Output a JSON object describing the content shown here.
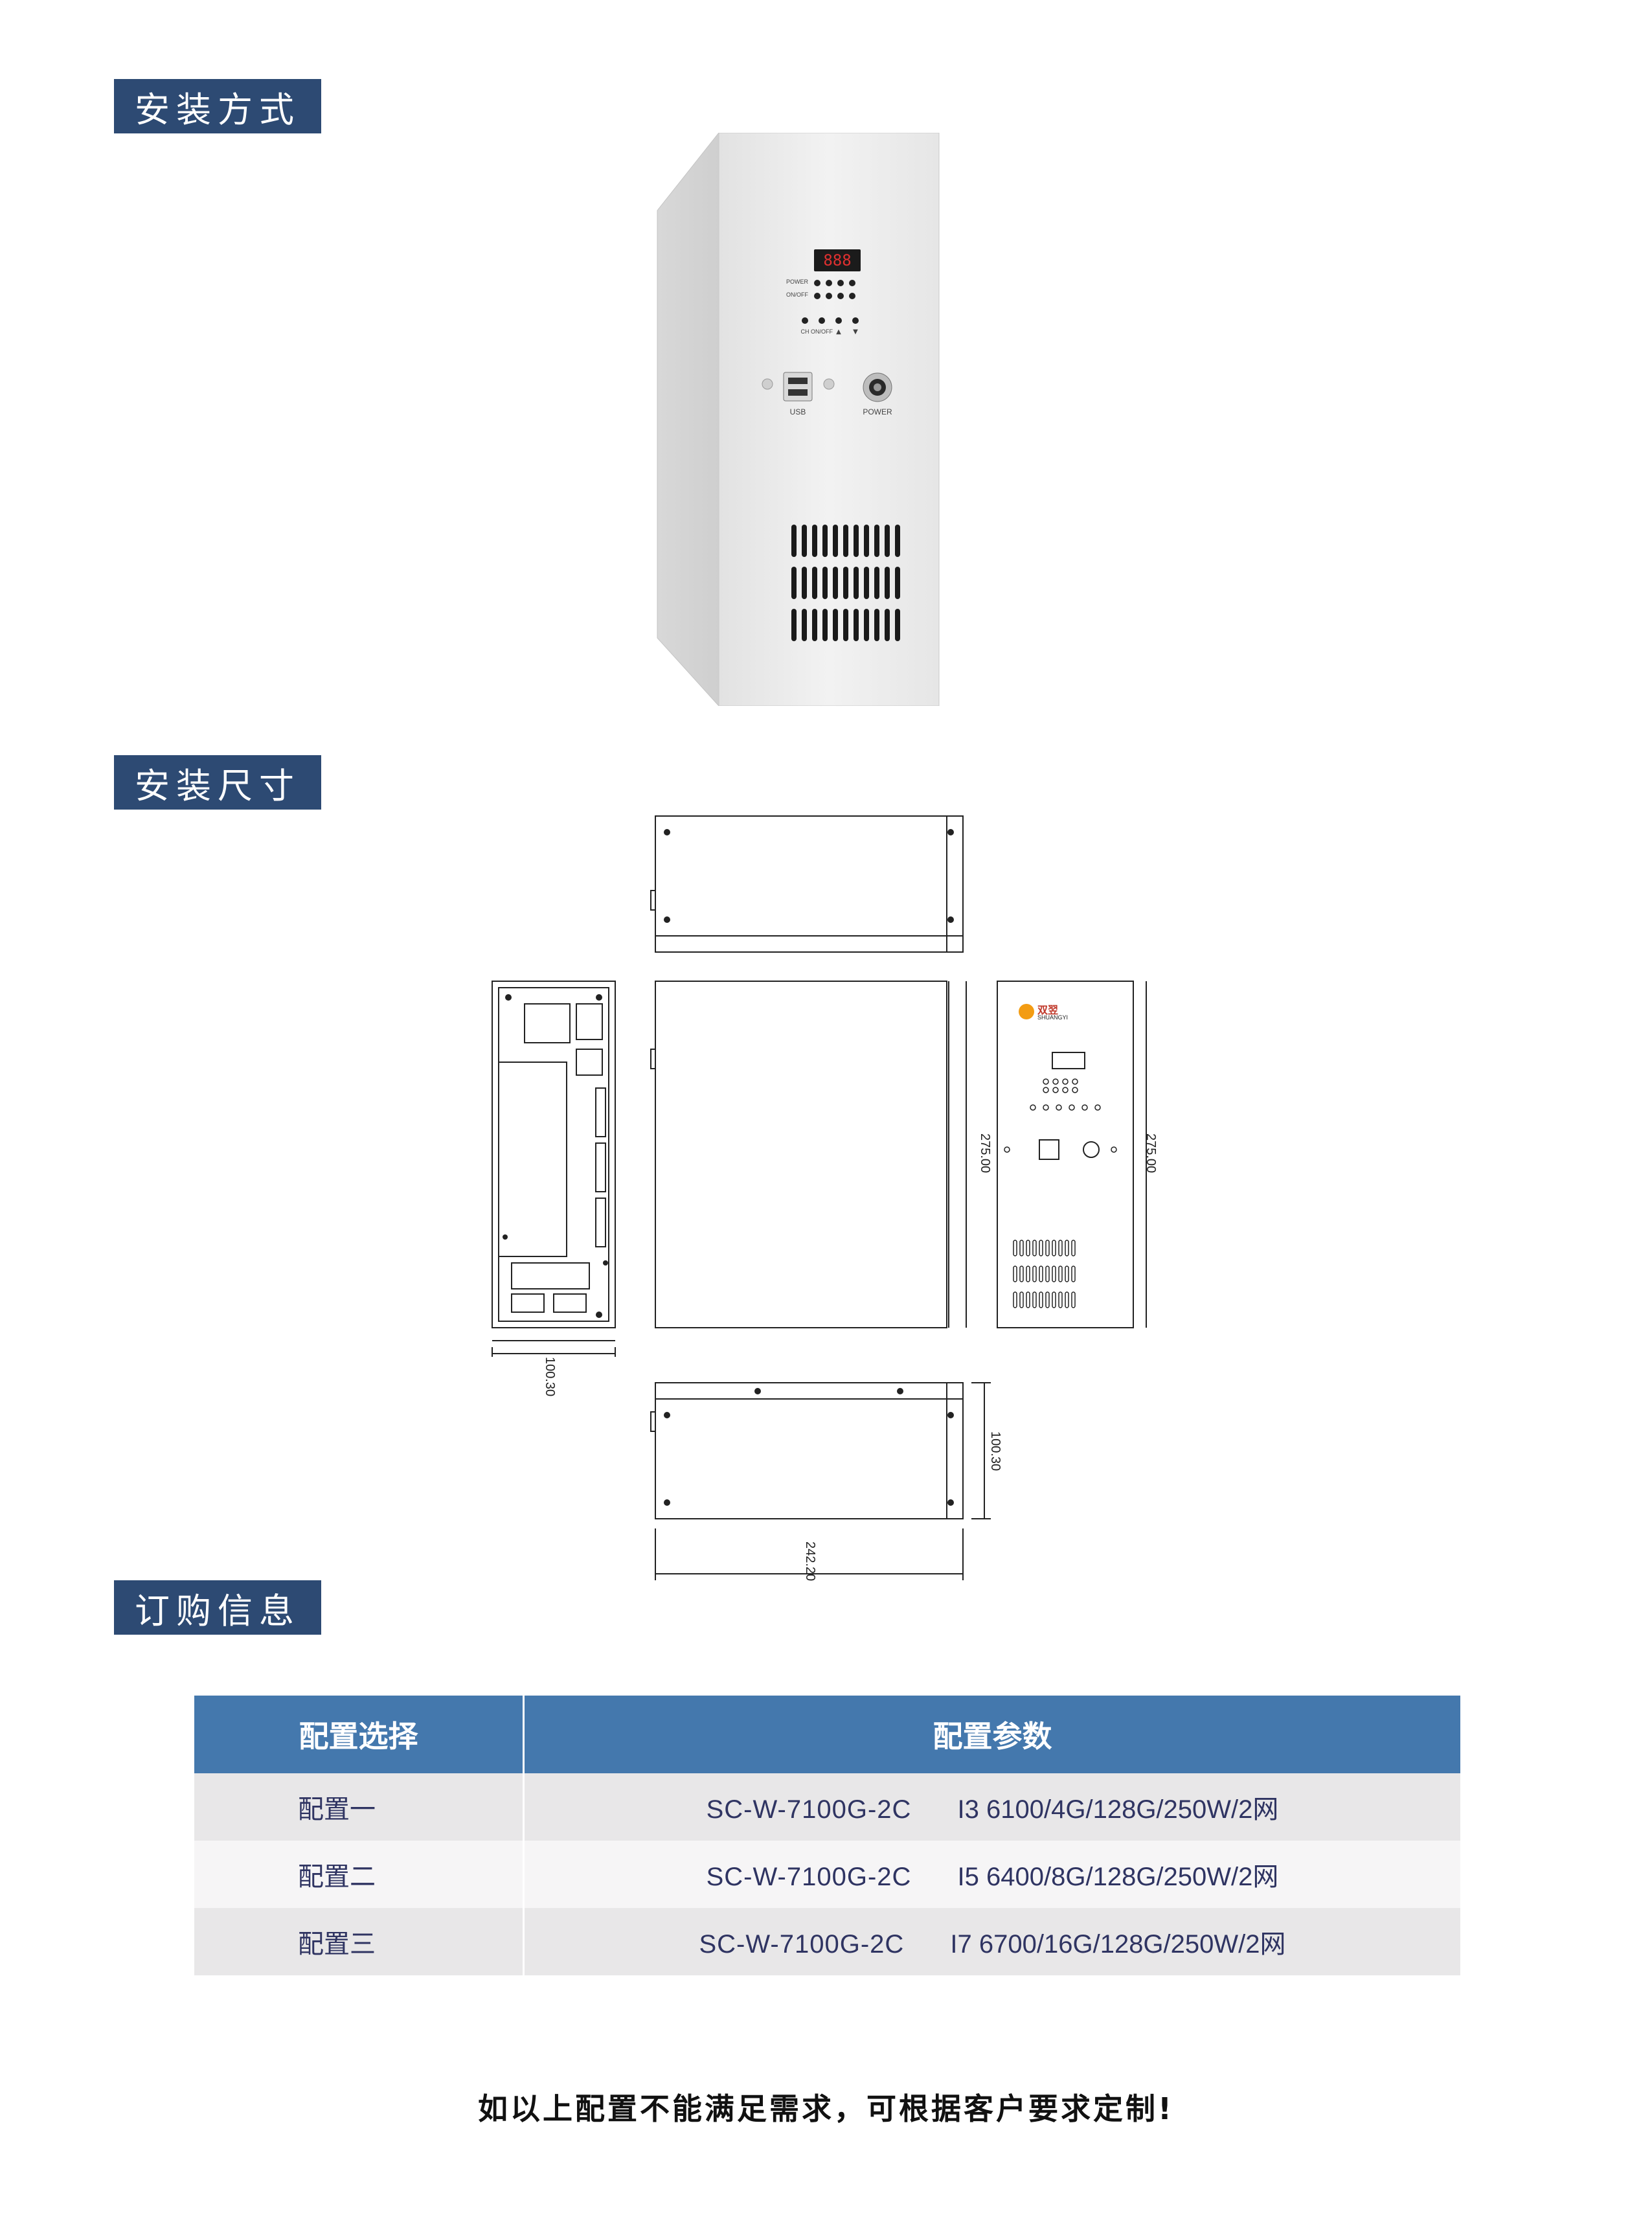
{
  "sections": {
    "install_method": "安装方式",
    "install_size": "安装尺寸",
    "order_info": "订购信息"
  },
  "product": {
    "labels": {
      "power": "POWER",
      "onoff": "ON/OFF",
      "ch": "CH",
      "ch_onoff": "ON/OFF",
      "usb": "USB",
      "power_button": "POWER",
      "display": "888"
    }
  },
  "drawing": {
    "dims": {
      "height_side": "275.00",
      "height_front": "275.00",
      "width_back": "100.30",
      "width_bottom": "100.30",
      "depth": "242.20"
    },
    "logo": {
      "name": "双翌",
      "sub": "SHUANGYI"
    }
  },
  "order_table": {
    "headers": [
      "配置选择",
      "配置参数"
    ],
    "rows": [
      {
        "config": "配置一",
        "model": "SC-W-7100G-2C",
        "spec": "I3 6100/4G/128G/250W/2网"
      },
      {
        "config": "配置二",
        "model": "SC-W-7100G-2C",
        "spec": "I5 6400/8G/128G/250W/2网"
      },
      {
        "config": "配置三",
        "model": "SC-W-7100G-2C",
        "spec": "I7 6700/16G/128G/250W/2网"
      }
    ]
  },
  "footer": "如以上配置不能满足需求，可根据客户要求定制!"
}
